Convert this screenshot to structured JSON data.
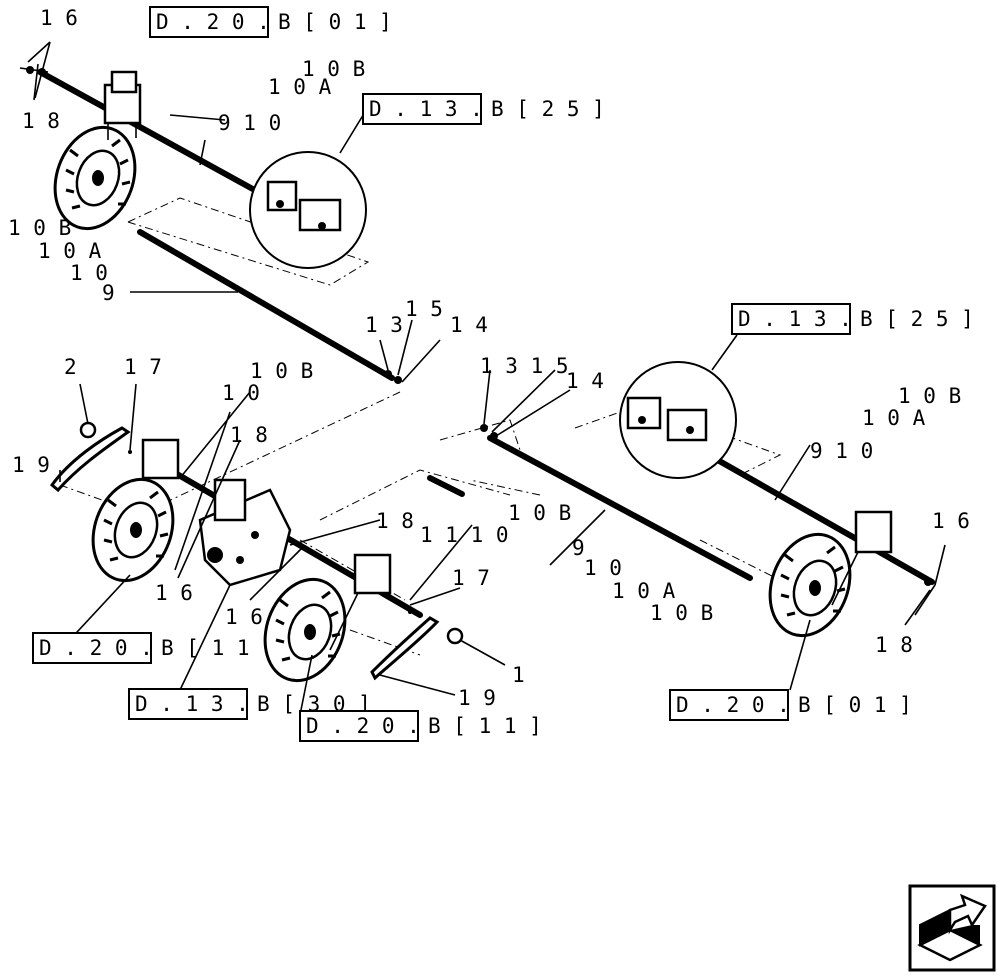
{
  "callouts": [
    {
      "id": "c16a",
      "text": "1 6"
    },
    {
      "id": "c18a",
      "text": "1 8"
    },
    {
      "id": "c10b_top",
      "text": "1 0 B"
    },
    {
      "id": "c10a_top",
      "text": "1 0 A"
    },
    {
      "id": "c910_top",
      "text": "9 1 0"
    },
    {
      "id": "c10b_left",
      "text": "1 0 B"
    },
    {
      "id": "c10a_left",
      "text": "1 0 A"
    },
    {
      "id": "c10_left",
      "text": "1 0"
    },
    {
      "id": "c9_left",
      "text": "9"
    },
    {
      "id": "c13_mid",
      "text": "1 3"
    },
    {
      "id": "c15_mid",
      "text": "1 5"
    },
    {
      "id": "c14_mid",
      "text": "1 4"
    },
    {
      "id": "c2",
      "text": "2"
    },
    {
      "id": "c17a",
      "text": "1 7"
    },
    {
      "id": "c10b_mid",
      "text": "1 0 B"
    },
    {
      "id": "c10_mid",
      "text": "1 0"
    },
    {
      "id": "c18_mid",
      "text": "1 8"
    },
    {
      "id": "c19a",
      "text": "1 9"
    },
    {
      "id": "c16_mid",
      "text": "1 6"
    },
    {
      "id": "c18_low",
      "text": "1 8"
    },
    {
      "id": "c1110",
      "text": "1 1 1 0"
    },
    {
      "id": "c16_low",
      "text": "1 6"
    },
    {
      "id": "c17b",
      "text": "1 7"
    },
    {
      "id": "c1",
      "text": "1"
    },
    {
      "id": "c19b",
      "text": "1 9"
    },
    {
      "id": "c1315_r",
      "text": "1 3 1 5"
    },
    {
      "id": "c14_r",
      "text": "1 4"
    },
    {
      "id": "c10b_r1",
      "text": "1 0 B"
    },
    {
      "id": "c10a_r1",
      "text": "1 0 A"
    },
    {
      "id": "c910_r",
      "text": "9 1 0"
    },
    {
      "id": "c16_r",
      "text": "1 6"
    },
    {
      "id": "c10b_r2",
      "text": "1 0 B"
    },
    {
      "id": "c9_r2",
      "text": "9"
    },
    {
      "id": "c10_r2",
      "text": "1 0"
    },
    {
      "id": "c10a_r2",
      "text": "1 0 A"
    },
    {
      "id": "c10b_r3",
      "text": "1 0 B"
    },
    {
      "id": "c18_r",
      "text": "1 8"
    }
  ],
  "references": [
    {
      "id": "ref1",
      "boxed": "D . 2 0 .",
      "suffix": "B [ 0 1 ]"
    },
    {
      "id": "ref2",
      "boxed": "D . 1 3 .",
      "suffix": "B [ 2 5 ]"
    },
    {
      "id": "ref3",
      "boxed": "D . 1 3 .",
      "suffix": "B [ 2 5 ]"
    },
    {
      "id": "ref4",
      "boxed": "D . 2 0 .",
      "suffix": "B [ 1 1"
    },
    {
      "id": "ref5",
      "boxed": "D . 1 3 .",
      "suffix": "B [ 3 0 ]"
    },
    {
      "id": "ref6",
      "boxed": "D . 2 0 .",
      "suffix": "B [ 1 1 ]"
    },
    {
      "id": "ref7",
      "boxed": "D . 2 0 .",
      "suffix": "B [ 0 1 ]"
    }
  ],
  "nav": {
    "icon": "next-page-arrow-icon"
  }
}
